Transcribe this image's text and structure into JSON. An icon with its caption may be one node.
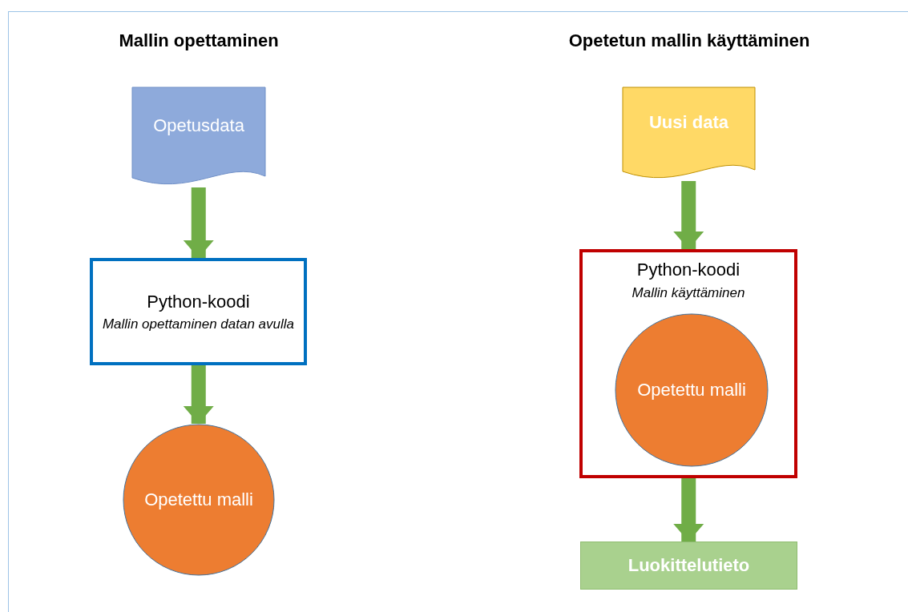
{
  "diagram": {
    "nodes": [
      {
        "text": [
          "Opetusdata"
        ]
      },
      {
        "text": [
          "Python-koodi",
          "Mallin opettaminen datan avulla"
        ]
      },
      {
        "text": [
          "Opetettu malli"
        ]
      },
      {
        "text": [
          "Uusi data"
        ]
      },
      {
        "text": [
          "Python-koodi",
          "Mallin käyttäminen"
        ]
      },
      {
        "text": [
          "Opetettu malli"
        ],
        "in": 4
      },
      {
        "text": [
          "Luokittelutieto"
        ]
      }
    ],
    "edges": [
      {
        "from": 0,
        "to": 1,
        "arrow": "to"
      },
      {
        "from": 1,
        "to": 2,
        "arrow": "to"
      },
      {
        "from": 3,
        "to": 4,
        "arrow": "to"
      },
      {
        "from": 4,
        "to": 6,
        "arrow": "to"
      }
    ],
    "labels": [
      "Mallin opettaminen",
      "Opetetun mallin käyttäminen"
    ]
  }
}
